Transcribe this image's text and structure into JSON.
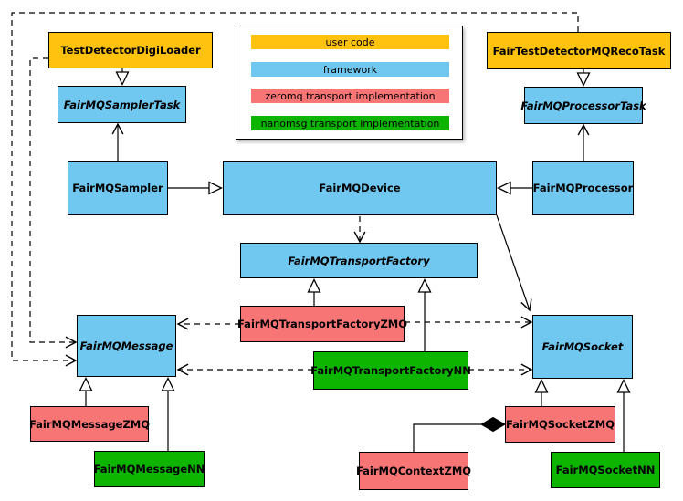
{
  "palette": {
    "user_code": "#FFC20E",
    "framework": "#70C8F0",
    "zeromq": "#F87575",
    "nanomsg": "#0DB500",
    "edge": "#000000",
    "background": "#FFFFFF"
  },
  "legend": {
    "items": [
      {
        "label": "user code",
        "color": "#FFC20E"
      },
      {
        "label": "framework",
        "color": "#70C8F0"
      },
      {
        "label": "zeromq transport implementation",
        "color": "#F87575"
      },
      {
        "label": "nanomsg transport implementation",
        "color": "#0DB500"
      }
    ]
  },
  "nodes": {
    "test_detector_digi_loader": {
      "label": "TestDetectorDigiLoader",
      "category": "user code",
      "abstract": false
    },
    "fair_test_detector_mq_reco_task": {
      "label": "FairTestDetectorMQRecoTask",
      "category": "user code",
      "abstract": false
    },
    "fairmq_sampler_task": {
      "label": "FairMQSamplerTask",
      "category": "framework",
      "abstract": true
    },
    "fairmq_processor_task": {
      "label": "FairMQProcessorTask",
      "category": "framework",
      "abstract": true
    },
    "fairmq_sampler": {
      "label": "FairMQSampler",
      "category": "framework",
      "abstract": false
    },
    "fairmq_device": {
      "label": "FairMQDevice",
      "category": "framework",
      "abstract": false
    },
    "fairmq_processor": {
      "label": "FairMQProcessor",
      "category": "framework",
      "abstract": false
    },
    "fairmq_transport_factory": {
      "label": "FairMQTransportFactory",
      "category": "framework",
      "abstract": true
    },
    "fairmq_transport_factory_zmq": {
      "label": "FairMQTransportFactoryZMQ",
      "category": "zeromq transport implementation",
      "abstract": false
    },
    "fairmq_transport_factory_nn": {
      "label": "FairMQTransportFactoryNN",
      "category": "nanomsg transport implementation",
      "abstract": false
    },
    "fairmq_message": {
      "label": "FairMQMessage",
      "category": "framework",
      "abstract": true
    },
    "fairmq_socket": {
      "label": "FairMQSocket",
      "category": "framework",
      "abstract": true
    },
    "fairmq_message_zmq": {
      "label": "FairMQMessageZMQ",
      "category": "zeromq transport implementation",
      "abstract": false
    },
    "fairmq_message_nn": {
      "label": "FairMQMessageNN",
      "category": "nanomsg transport implementation",
      "abstract": false
    },
    "fairmq_context_zmq": {
      "label": "FairMQContextZMQ",
      "category": "zeromq transport implementation",
      "abstract": false
    },
    "fairmq_socket_zmq": {
      "label": "FairMQSocketZMQ",
      "category": "zeromq transport implementation",
      "abstract": false
    },
    "fairmq_socket_nn": {
      "label": "FairMQSocketNN",
      "category": "nanomsg transport implementation",
      "abstract": false
    }
  }
}
